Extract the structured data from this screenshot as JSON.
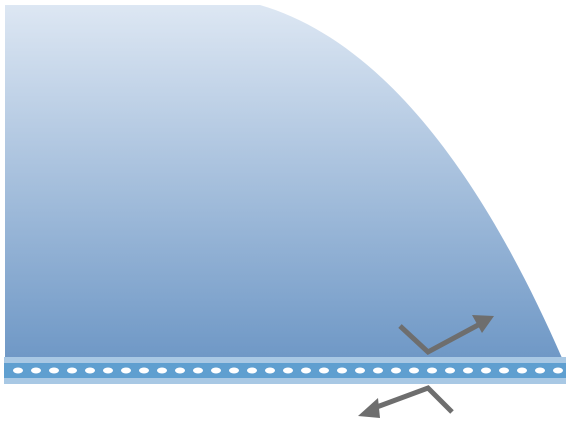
{
  "diagram": {
    "colors": {
      "background": "#ffffff",
      "dome_top": "#dde7f3",
      "dome_bottom": "#6f98c6",
      "strip_outer": "#a8c8e4",
      "strip_inner": "#5f9fd0",
      "perforation": "#ffffff",
      "arrow": "#6e6e6e"
    },
    "elements": {
      "dome": "curved-gradient-region",
      "strip": "perforated-strip",
      "arrow_upper": "right-angle-arrow-up-right",
      "arrow_lower": "right-angle-arrow-down-left"
    }
  }
}
